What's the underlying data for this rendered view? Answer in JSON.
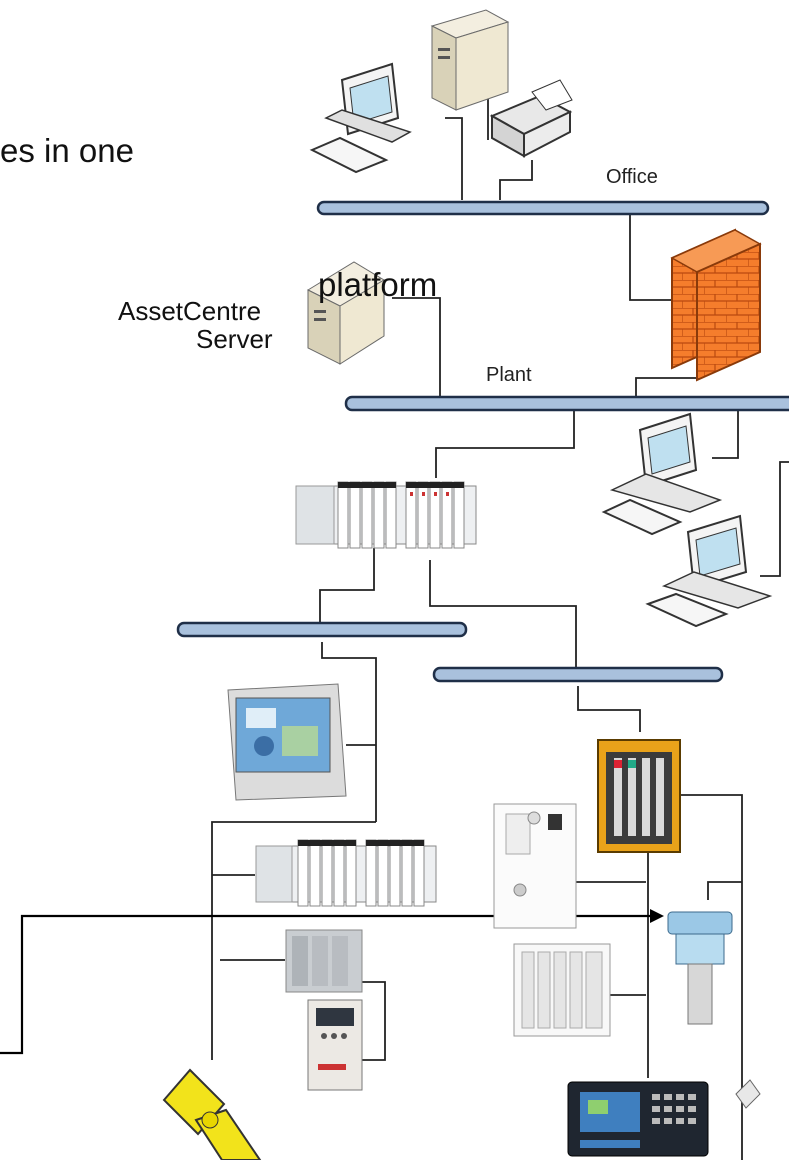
{
  "slide": {
    "bullet_line_1": "es in one",
    "bullet_line_2": "platform"
  },
  "network": {
    "office_label": "Office",
    "plant_label": "Plant",
    "server_label_line1": "AssetCentre",
    "server_label_line2": "Server"
  },
  "colors": {
    "bus_fill": "#a9c1dd",
    "bus_stroke": "#1f2f48",
    "firewall": "#f47c2a",
    "robot": "#f2e31b",
    "wire": "#222222"
  },
  "icons": [
    "desktop-pc-icon",
    "tower-server-icon",
    "printer-icon",
    "firewall-icon",
    "plc-rack-icon",
    "hmi-panel-icon",
    "drive-icon",
    "io-module-icon",
    "sensor-icon",
    "robot-arm-icon"
  ]
}
